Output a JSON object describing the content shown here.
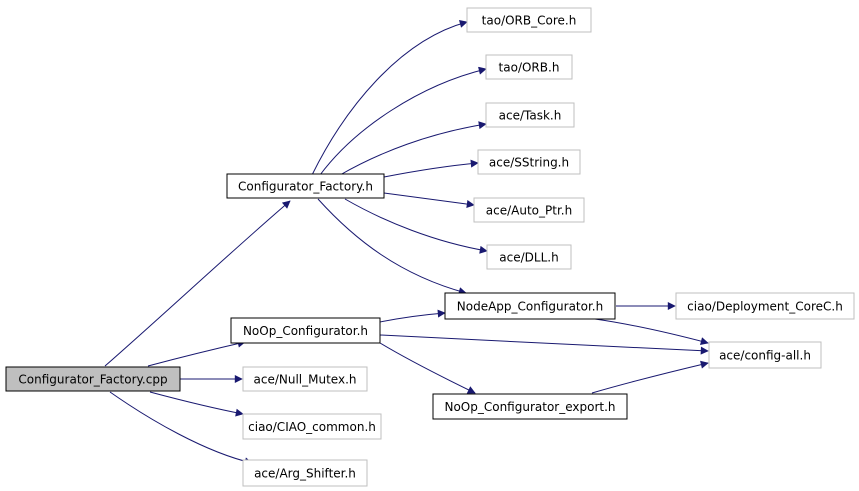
{
  "nodes": {
    "root": {
      "label": "Configurator_Factory.cpp"
    },
    "cf_h": {
      "label": "Configurator_Factory.h"
    },
    "orb_core": {
      "label": "tao/ORB_Core.h"
    },
    "orb": {
      "label": "tao/ORB.h"
    },
    "task": {
      "label": "ace/Task.h"
    },
    "sstring": {
      "label": "ace/SString.h"
    },
    "auto_ptr": {
      "label": "ace/Auto_Ptr.h"
    },
    "dll": {
      "label": "ace/DLL.h"
    },
    "nodeapp": {
      "label": "NodeApp_Configurator.h"
    },
    "deploy": {
      "label": "ciao/Deployment_CoreC.h"
    },
    "config_all": {
      "label": "ace/config-all.h"
    },
    "noop": {
      "label": "NoOp_Configurator.h"
    },
    "noop_export": {
      "label": "NoOp_Configurator_export.h"
    },
    "null_mutex": {
      "label": "ace/Null_Mutex.h"
    },
    "ciao_common": {
      "label": "ciao/CIAO_common.h"
    },
    "arg_shifter": {
      "label": "ace/Arg_Shifter.h"
    }
  },
  "colors": {
    "edge": "#191970",
    "root_fill": "#bfbfbf",
    "internal_border": "#000000",
    "external_border": "#bfbfbf"
  }
}
